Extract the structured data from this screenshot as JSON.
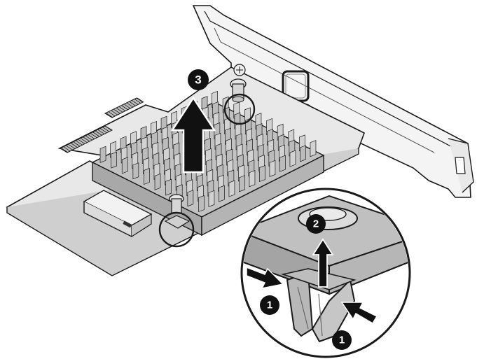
{
  "diagram": {
    "steps": {
      "press_left": "1",
      "press_right": "1",
      "lift_pin": "2",
      "lift_heatsink": "3"
    },
    "colors": {
      "line": "#1a1a1a",
      "board": "#e8e8e8",
      "heatsink": "#c8c8c8",
      "heatsink_dark": "#9a9a9a",
      "bracket": "#f2f2f2",
      "badge": "#111111",
      "arrow": "#111111"
    },
    "icons": [
      "step-badge-icon",
      "up-arrow-icon",
      "press-arrow-icon",
      "magnifier-callout-icon"
    ]
  }
}
